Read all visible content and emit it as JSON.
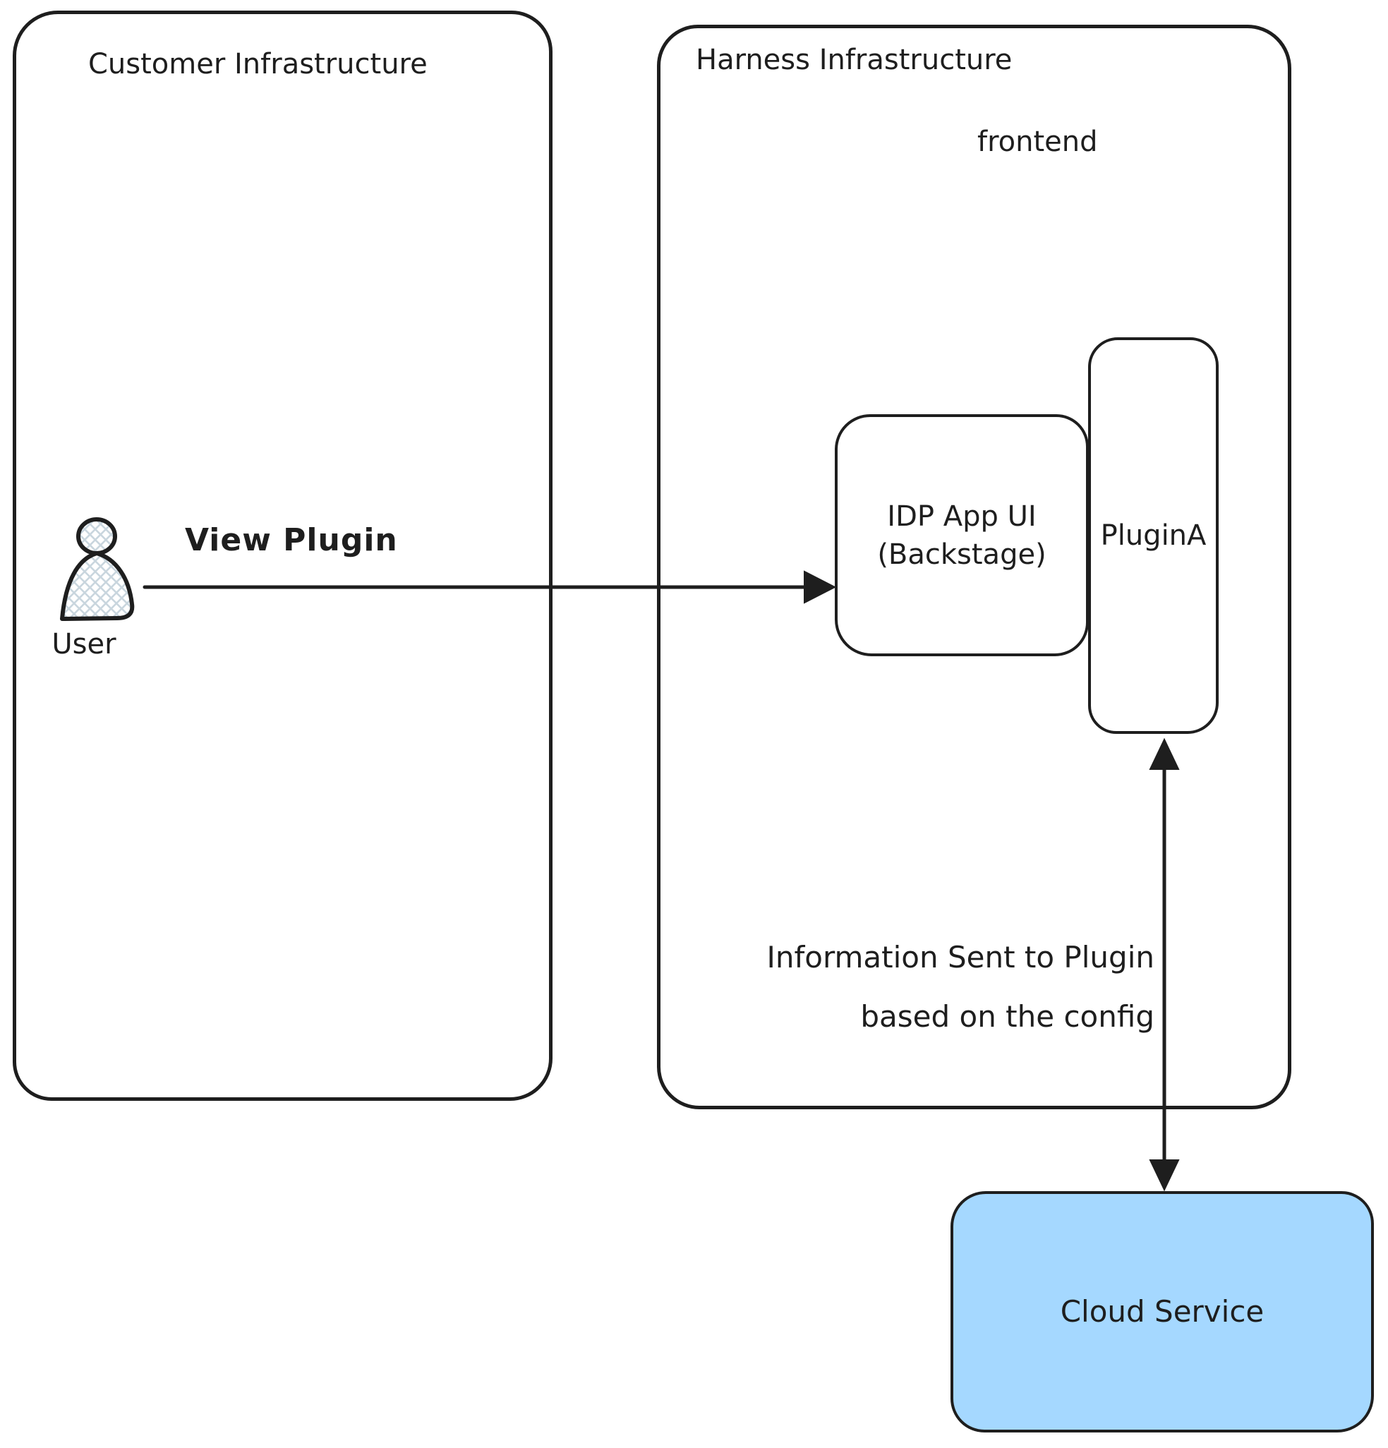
{
  "colors": {
    "stroke": "#1e1e1e",
    "cloud_fill": "#a5d8ff",
    "hatch": "#c9d6de",
    "background": "#ffffff"
  },
  "customer_infrastructure": {
    "title": "Customer Infrastructure"
  },
  "harness_infrastructure": {
    "title": "Harness Infrastructure",
    "frontend_label": "frontend"
  },
  "actors": {
    "user_label": "User"
  },
  "nodes": {
    "idp_app_ui": {
      "label_line1": "IDP App UI",
      "label_line2": "(Backstage)"
    },
    "plugin_a": {
      "label": "PluginA"
    },
    "cloud_service": {
      "label": "Cloud Service"
    }
  },
  "edges": {
    "view_plugin": {
      "label": "View Plugin"
    },
    "plugin_to_cloud": {
      "label_line1": "Information Sent to Plugin",
      "label_line2": "based on the config"
    }
  }
}
